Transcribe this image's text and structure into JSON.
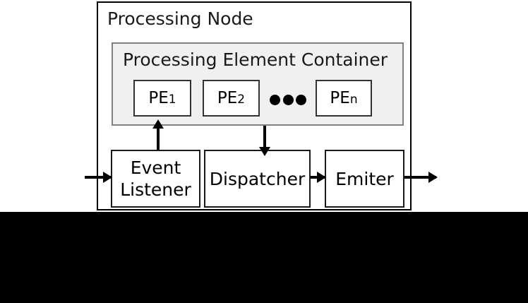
{
  "diagram": {
    "title": "Processing Node",
    "node": {
      "label": "Processing Node"
    },
    "pe_container": {
      "label": "Processing Element Container",
      "elements": [
        {
          "base": "PE",
          "subscript": "1",
          "name": "PE1"
        },
        {
          "base": "PE",
          "subscript": "2",
          "name": "PE2"
        },
        {
          "base": "PE",
          "subscript": "n",
          "name": "PEn"
        }
      ],
      "ellipsis": "•••",
      "fill_color": "#f0f0f0",
      "border_color": "#808080"
    },
    "components": [
      {
        "id": "event-listener",
        "label": "Event\nListener",
        "line1": "Event",
        "line2": "Listener"
      },
      {
        "id": "dispatcher",
        "label": "Dispatcher",
        "line1": "Dispatcher",
        "line2": ""
      },
      {
        "id": "emiter",
        "label": "Emiter",
        "line1": "Emiter",
        "line2": ""
      }
    ],
    "connections": [
      {
        "id": "input",
        "direction": "right",
        "from": "external",
        "to": "event-listener"
      },
      {
        "id": "listener-to-container",
        "direction": "up",
        "from": "event-listener",
        "to": "pe-container"
      },
      {
        "id": "container-to-dispatcher",
        "direction": "down",
        "from": "pe-container",
        "to": "dispatcher"
      },
      {
        "id": "dispatcher-to-emiter",
        "direction": "right",
        "from": "dispatcher",
        "to": "emiter"
      },
      {
        "id": "output",
        "direction": "right",
        "from": "emiter",
        "to": "external"
      }
    ],
    "colors": {
      "background": "#ffffff",
      "stroke": "#000000",
      "band": "#000000",
      "container_fill": "#f0f0f0"
    }
  }
}
